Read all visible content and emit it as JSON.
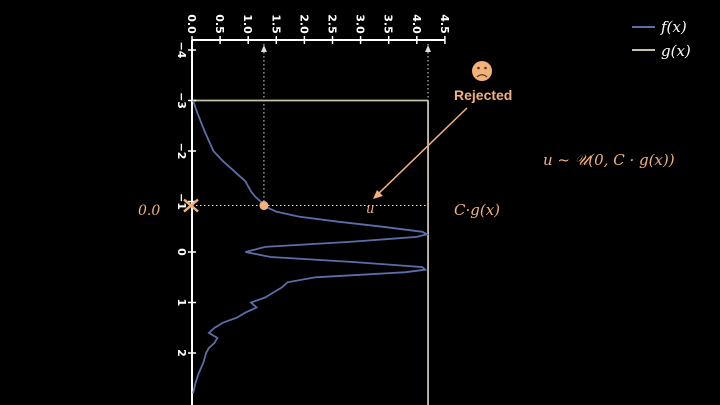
{
  "legend": {
    "f_label": "f(x)",
    "g_label": "g(x)",
    "f_color": "#5b6ea8",
    "g_color": "#c9c3a6"
  },
  "annotations": {
    "rejected_label": "Rejected",
    "rejected_icon": "sad-face-icon",
    "reject_marker_icon": "x-mark-icon",
    "value_label": "0.0",
    "u_label": "u",
    "cg_label": "C·g(x)",
    "uniform_formula": "u ~ 𝒰(0, C · g(x))",
    "accent_color": "#f2b27a"
  },
  "chart_data": {
    "type": "line",
    "value_axis_ticks": [
      "0.0",
      "0.5",
      "1.0",
      "1.5",
      "2.0",
      "2.5",
      "3.0",
      "3.5",
      "4.0",
      "4.5"
    ],
    "x_axis_ticks": [
      "−4",
      "−3",
      "−2",
      "−1",
      "0",
      "1",
      "2"
    ],
    "value_range": [
      0,
      4.5
    ],
    "x_range": [
      -4,
      2.8
    ],
    "g_envelope_value": 4.2,
    "g_support_start_x": -3,
    "sample_x": -0.92,
    "sample_f_value": 1.28,
    "f_curve": {
      "x": [
        -3.0,
        -2.8,
        -2.6,
        -2.4,
        -2.2,
        -2.0,
        -1.8,
        -1.6,
        -1.4,
        -1.2,
        -1.1,
        -1.0,
        -0.9,
        -0.8,
        -0.7,
        -0.6,
        -0.5,
        -0.4,
        -0.35,
        -0.3,
        -0.2,
        -0.1,
        0.0,
        0.1,
        0.2,
        0.3,
        0.35,
        0.4,
        0.5,
        0.6,
        0.7,
        0.8,
        0.9,
        1.0,
        1.1,
        1.2,
        1.3,
        1.4,
        1.5,
        1.6,
        1.7,
        1.8,
        1.9,
        2.0,
        2.2,
        2.4,
        2.6,
        2.8
      ],
      "y": [
        0.02,
        0.08,
        0.15,
        0.22,
        0.3,
        0.38,
        0.55,
        0.75,
        0.95,
        1.05,
        1.12,
        1.22,
        1.3,
        1.5,
        1.9,
        2.6,
        3.4,
        4.1,
        4.18,
        4.0,
        2.8,
        1.3,
        0.95,
        1.4,
        2.9,
        4.1,
        4.15,
        3.8,
        2.2,
        1.7,
        1.6,
        1.45,
        1.3,
        1.05,
        1.15,
        0.95,
        0.8,
        0.55,
        0.4,
        0.3,
        0.45,
        0.4,
        0.3,
        0.25,
        0.2,
        0.12,
        0.06,
        0.02
      ]
    }
  }
}
